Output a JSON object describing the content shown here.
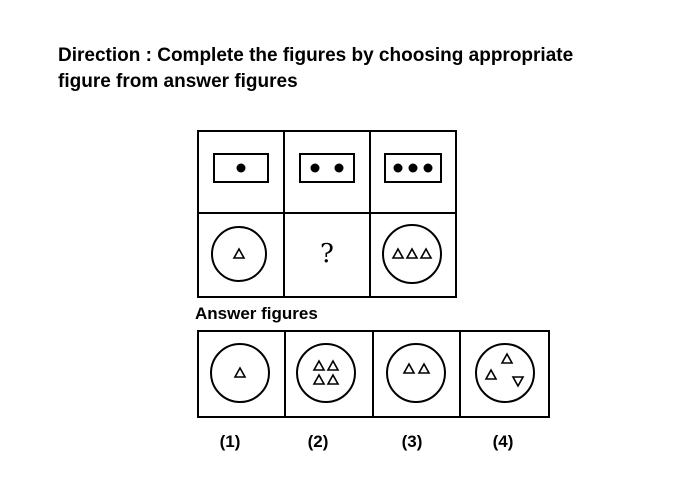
{
  "direction": {
    "line1": "Direction : Complete the figures by choosing appropriate",
    "line2": "figure from answer figures"
  },
  "question_figure": {
    "top_row_dot_counts": [
      1,
      2,
      3
    ],
    "bottom_row": [
      "1 triangle in circle",
      "?",
      "3 triangles in circle"
    ],
    "unknown_mark": "?"
  },
  "answer_section": {
    "label": "Answer figures",
    "options": [
      {
        "label": "(1)",
        "content": "1 triangle in circle"
      },
      {
        "label": "(2)",
        "content": "4 triangles in circle"
      },
      {
        "label": "(3)",
        "content": "2 triangles in circle"
      },
      {
        "label": "(4)",
        "content": "3 scattered triangles in circle"
      }
    ]
  }
}
